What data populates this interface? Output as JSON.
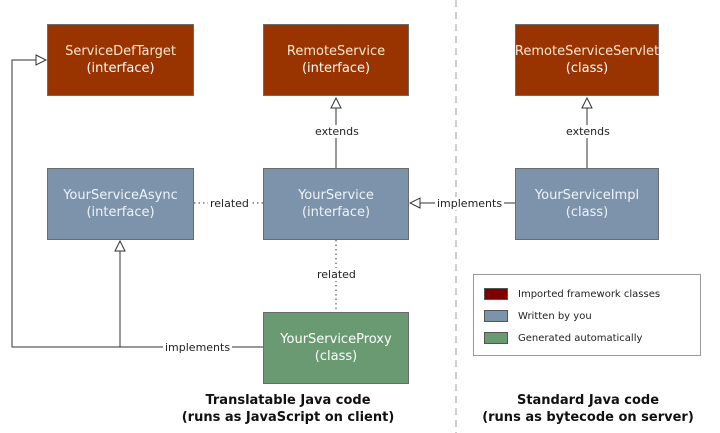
{
  "boxes": {
    "service_def_target": {
      "name": "ServiceDefTarget",
      "kind": "(interface)"
    },
    "remote_service": {
      "name": "RemoteService",
      "kind": "(interface)"
    },
    "remote_service_servlet": {
      "name": "RemoteServiceServlet",
      "kind": "(class)"
    },
    "your_service_async": {
      "name": "YourServiceAsync",
      "kind": "(interface)"
    },
    "your_service": {
      "name": "YourService",
      "kind": "(interface)"
    },
    "your_service_impl": {
      "name": "YourServiceImpl",
      "kind": "(class)"
    },
    "your_service_proxy": {
      "name": "YourServiceProxy",
      "kind": "(class)"
    }
  },
  "edges": {
    "extends_remote": "extends",
    "extends_servlet": "extends",
    "related_async": "related",
    "related_proxy": "related",
    "implements_impl": "implements",
    "implements_proxy": "implements"
  },
  "legend": {
    "items": [
      {
        "label": "Imported framework classes",
        "color": "#800000"
      },
      {
        "label": "Written by you",
        "color": "#7d93ab"
      },
      {
        "label": "Generated automatically",
        "color": "#6a9a72"
      }
    ]
  },
  "captions": {
    "client_line1": "Translatable Java code",
    "client_line2": "(runs as JavaScript on client)",
    "server_line1": "Standard Java code",
    "server_line2": "(runs as bytecode on server)"
  },
  "colors": {
    "framework": "#993300",
    "written": "#7d93ab",
    "generated": "#6a9a72"
  }
}
